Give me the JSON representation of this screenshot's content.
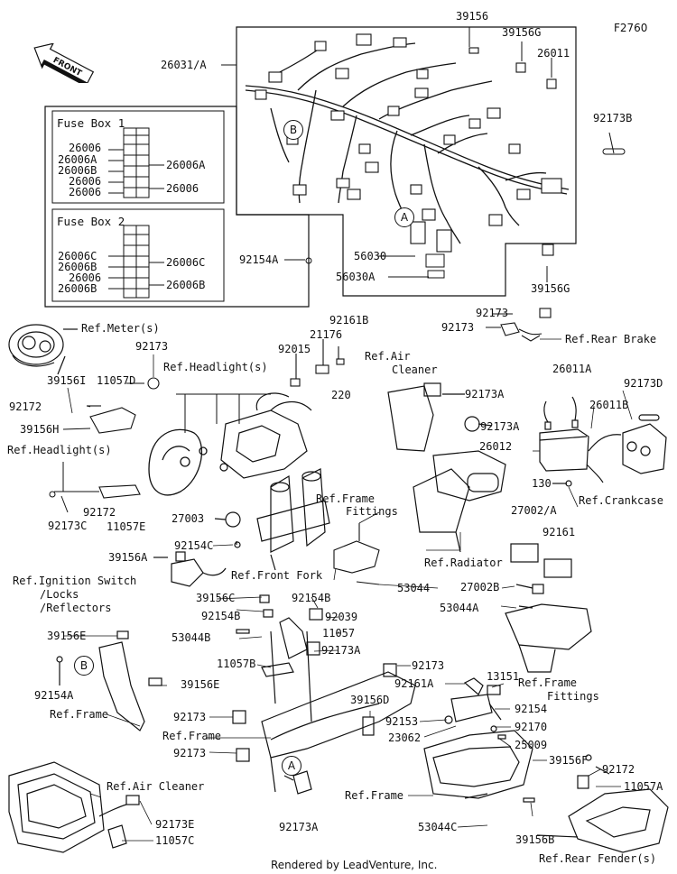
{
  "diagram": {
    "code": "F2760",
    "footer": "Rendered by LeadVenture, Inc.",
    "front_label": "FRONT",
    "fuse_box_1": {
      "title": "Fuse Box 1",
      "left_labels": [
        "26006",
        "26006A",
        "26006B",
        "26006",
        "26006"
      ],
      "right_labels": [
        "26006A",
        "26006"
      ]
    },
    "fuse_box_2": {
      "title": "Fuse Box 2",
      "left_labels": [
        "26006C",
        "26006B",
        "26006",
        "26006B"
      ],
      "right_labels": [
        "26006C",
        "26006B"
      ]
    },
    "callouts": [
      "B",
      "A",
      "B",
      "A"
    ],
    "part_labels": [
      "26031/A",
      "39156",
      "39156G",
      "26011",
      "92173B",
      "92154A",
      "56030",
      "56030A",
      "39156G",
      "92161B",
      "21176",
      "92015",
      "220",
      "92173",
      "92173",
      "39156I",
      "92173",
      "11057D",
      "92172",
      "39156H",
      "92172",
      "11057E",
      "92173C",
      "27003",
      "92154C",
      "39156A",
      "92173A",
      "92173A",
      "26011A",
      "92173D",
      "26011B",
      "26012",
      "130",
      "27002/A",
      "92161",
      "27002B",
      "53044A",
      "53044",
      "39156C",
      "92154B",
      "92154B",
      "92039",
      "53044B",
      "11057",
      "11057B",
      "92173A",
      "39156E",
      "39156E",
      "92154A",
      "92173",
      "92161A",
      "13151",
      "39156D",
      "92173",
      "92153",
      "92154",
      "92170",
      "23062",
      "25009",
      "92173",
      "39156F",
      "92172",
      "11057A",
      "53044C",
      "39156B",
      "92173A",
      "92173E",
      "11057C"
    ],
    "references": [
      "Ref.Meter(s)",
      "Ref.Headlight(s)",
      "Ref.Headlight(s)",
      "Ref.Air",
      "Cleaner",
      "Ref.Rear Brake",
      "Ref.Crankcase",
      "Ref.Frame",
      "Fittings",
      "Ref.Front Fork",
      "Ref.Radiator",
      "Ref.Ignition Switch",
      "/Locks",
      "/Reflectors",
      "Ref.Frame",
      "Fittings",
      "Ref.Frame",
      "Ref.Frame",
      "Ref.Frame",
      "Ref.Air Cleaner",
      "Ref.Rear Fender(s)"
    ]
  }
}
